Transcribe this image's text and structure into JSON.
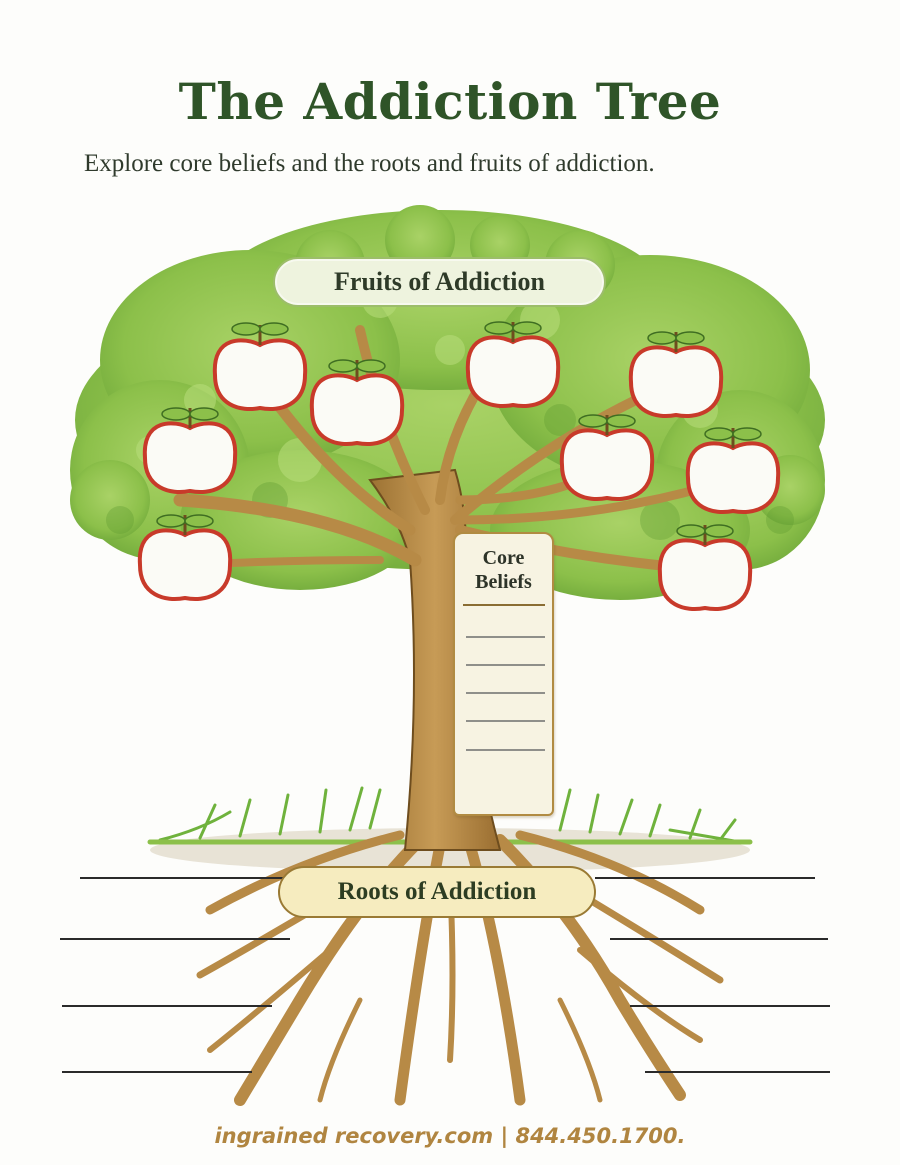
{
  "header": {
    "title": "The Addiction Tree",
    "subtitle": "Explore core beliefs and the roots and fruits of addiction."
  },
  "tree": {
    "fruits_label": "Fruits of Addiction",
    "fruit_count": 9,
    "fruits": [
      {
        "position": "upper-left-mid",
        "value": ""
      },
      {
        "position": "upper-center-left",
        "value": ""
      },
      {
        "position": "upper-center",
        "value": ""
      },
      {
        "position": "upper-right",
        "value": ""
      },
      {
        "position": "middle-left",
        "value": ""
      },
      {
        "position": "middle-right-inner",
        "value": ""
      },
      {
        "position": "middle-right-outer",
        "value": ""
      },
      {
        "position": "lower-left",
        "value": ""
      },
      {
        "position": "lower-right",
        "value": ""
      }
    ],
    "core_beliefs": {
      "label_line1": "Core",
      "label_line2": "Beliefs",
      "line_count": 5,
      "values": [
        "",
        "",
        "",
        "",
        ""
      ]
    },
    "roots_label": "Roots of Addiction",
    "roots": {
      "left_lines": 4,
      "right_lines": 4,
      "values": [
        "",
        "",
        "",
        "",
        "",
        "",
        "",
        ""
      ]
    }
  },
  "colors": {
    "title": "#2f5428",
    "foliage": "#8cc04a",
    "trunk": "#b78a46",
    "apple_outline": "#c83a2a",
    "footer": "#b08540"
  },
  "footer": {
    "contact": "ingrained recovery.com | 844.450.1700."
  }
}
